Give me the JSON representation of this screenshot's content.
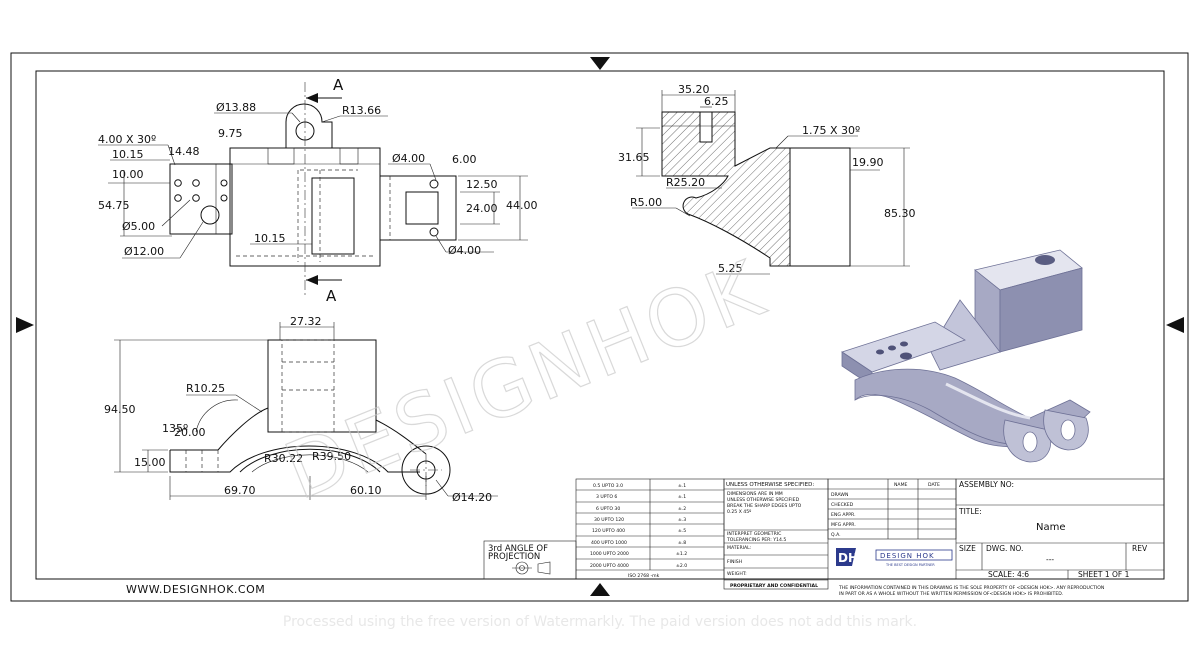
{
  "section_marks": {
    "top": "A",
    "bottom": "A"
  },
  "front_view": {
    "dims": [
      "Ø13.88",
      "R13.66",
      "4.00 X 30º",
      "9.75",
      "10.15",
      "14.48",
      "10.00",
      "54.75",
      "Ø5.00",
      "Ø12.00",
      "10.15",
      "Ø4.00",
      "6.00",
      "12.50",
      "24.00",
      "44.00",
      "Ø4.00"
    ]
  },
  "section_view": {
    "dims": [
      "35.20",
      "6.25",
      "1.75 X 30º",
      "31.65",
      "19.90",
      "R25.20",
      "R5.00",
      "85.30",
      "5.25"
    ]
  },
  "side_view": {
    "dims": [
      "27.32",
      "R10.25",
      "94.50",
      "135º",
      "20.00",
      "15.00",
      "R30.22",
      "R39.50",
      "69.70",
      "60.10",
      "Ø14.20"
    ]
  },
  "watermark": "DESIGNHOK",
  "website": "WWW.DESIGNHOK.COM",
  "projection": {
    "line1": "3rd ANGLE OF",
    "line2": "PROJECTION"
  },
  "tolerance_table": {
    "rows": [
      [
        "0.5 UPTO 3.0",
        "±.1"
      ],
      [
        "3 UPTO 6",
        "±.1"
      ],
      [
        "6 UPTO 30",
        "±.2"
      ],
      [
        "30 UPTO 120",
        "±.3"
      ],
      [
        "120 UPTO 400",
        "±.5"
      ],
      [
        "400 UPTO 1000",
        "±.8"
      ],
      [
        "1000 UPTO 2000",
        "±1.2"
      ],
      [
        "2000 UPTO 4000",
        "±2.0"
      ]
    ],
    "standard": "ISO 2768 -mk"
  },
  "notes": {
    "header": "UNLESS OTHERWISE SPECIFIED:",
    "line1": "DIMENSIONS ARE IN MM",
    "line2": "UNLESS OTHERWISE SPECIFIED",
    "line3": "BREAK THE SHARP EDGES UPTO",
    "line4": "0.25 X 45º",
    "line5": "INTERPRET GEOMETRIC",
    "line6": "TOLERANCING PER: Y14.5",
    "material": "MATERIAL:",
    "finish": "FINISH",
    "weight": "WEIGHT:",
    "proprietary": "PROPRIETARY AND CONFIDENTIAL"
  },
  "approvals": {
    "name": "NAME",
    "date": "DATE",
    "rows": [
      "DRAWN",
      "CHECKED",
      "ENG APPR.",
      "MFG APPR.",
      "Q.A."
    ]
  },
  "logo": {
    "mark": "DH",
    "brand": "DESIGN HOK",
    "tagline": "THE BEST DESIGN PARTNER"
  },
  "title_block": {
    "assembly": "ASSEMBLY NO:",
    "title_label": "TITLE:",
    "title_value": "Name",
    "size": "SIZE",
    "dwg_no": "DWG. NO.",
    "dwg_value": "---",
    "rev": "REV",
    "scale": "SCALE: 4:6",
    "sheet": "SHEET 1 OF 1"
  },
  "legal": {
    "line1": "THE INFORMATION CONTAINED IN THIS DRAWING IS THE SOLE PROPERTY OF <DESIGN HOK>. ANY REPRODUCTION",
    "line2": "IN PART OR AS A WHOLE WITHOUT THE WRITTEN PERMISSION OF<DESIGN HOK> IS PROHIBITED."
  },
  "footer_note": "Processed using the free version of Watermarkly. The paid version does not add this mark.",
  "colors": {
    "ink": "#111111",
    "iso_body": "#a7a9c4",
    "iso_dark": "#6e7196",
    "iso_light": "#e4e5ef"
  }
}
